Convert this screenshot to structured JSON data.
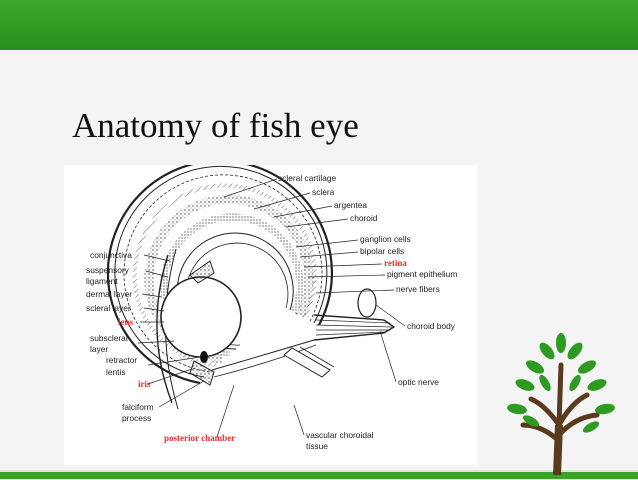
{
  "slide": {
    "title": "Anatomy of fish eye"
  },
  "diagram": {
    "labels": {
      "scleral_cartilage": "scleral cartilage",
      "sclera": "sclera",
      "argentea": "argentea",
      "choroid": "choroid",
      "ganglion_cells": "ganglion cells",
      "bipolar_cells": "bipolar cells",
      "retina": "retina",
      "pigment_epithelium": "pigment epithelium",
      "nerve_fibers": "nerve fibers",
      "choroid_body": "choroid body",
      "optic_nerve": "optic nerve",
      "vascular_choroidal": "vascular choroidal",
      "tissue": "tissue",
      "posterior_chamber": "posterior chamber",
      "falciform": "falciform",
      "process": "process",
      "iris": "iris",
      "retractor": "retractor",
      "lentis": "lentis",
      "subscleral": "subscleral",
      "layer": "layer",
      "lens": "lens",
      "scleral_layer": "scleral layer",
      "dermal_layer": "dermal layer",
      "suspensory": "suspensory",
      "ligament": "ligament",
      "conjunctiva": "conjunctiva"
    },
    "highlight_color": "#e03030"
  },
  "decoration": {
    "accent_color": "#3aa329",
    "icon": "tree-icon"
  }
}
